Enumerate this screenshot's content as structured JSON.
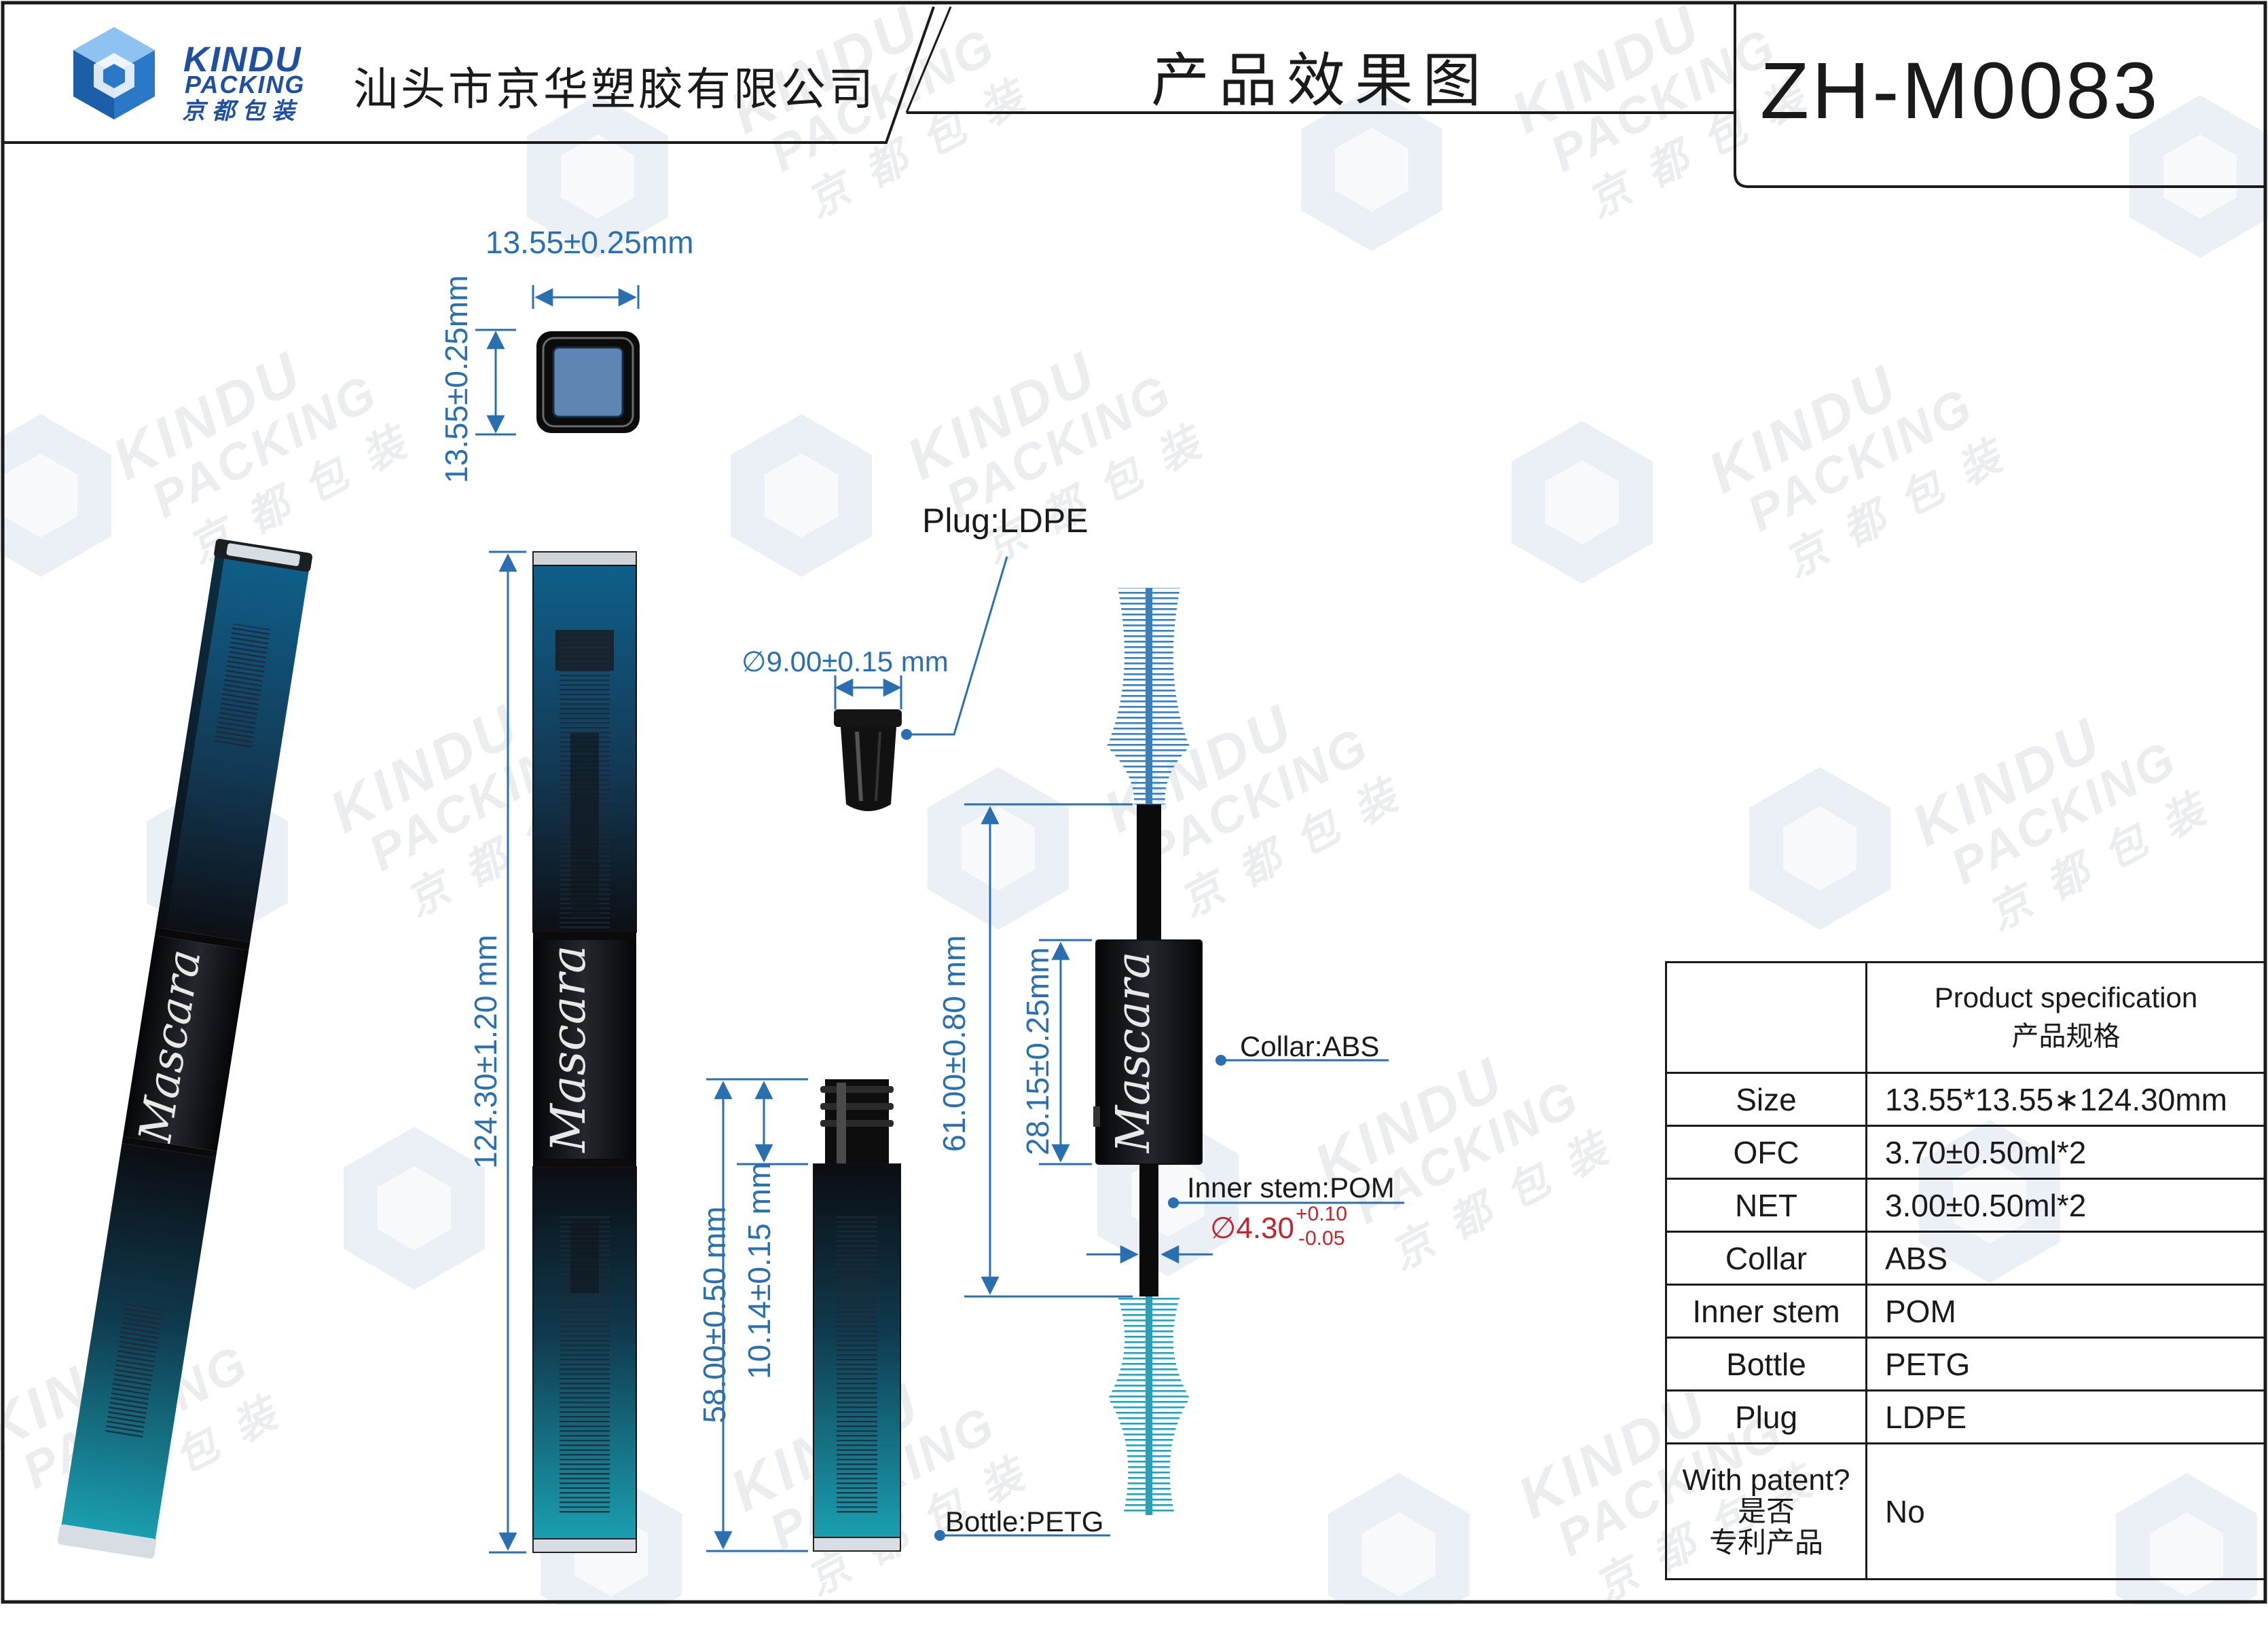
{
  "header": {
    "brand_en_line1": "KINDU",
    "brand_en_line2": "PACKING",
    "brand_cn": "京都包装",
    "company": "汕头市京华塑胶有限公司",
    "title": "产品效果图",
    "code": "ZH-M0083"
  },
  "watermark": {
    "line1": "KINDU",
    "line2": "PACKING",
    "line3": "京都包装"
  },
  "dimensions": {
    "top_width": "13.55±0.25mm",
    "top_height": "13.55±0.25mm",
    "total_height": "124.30±1.20 mm",
    "plug_diameter": "∅9.00±0.15  mm",
    "bottle_height": "58.00±0.50 mm",
    "neck_height": "10.14±0.15 mm",
    "stem_height": "61.00±0.80 mm",
    "collar_height": "28.15±0.25mm",
    "inner_diameter_main": "∅4.30",
    "inner_diameter_plus": "+0.10",
    "inner_diameter_minus": "-0.05"
  },
  "labels": {
    "plug": "Plug:LDPE",
    "collar": "Collar:ABS",
    "inner_stem": "Inner stem:POM",
    "bottle": "Bottle:PETG",
    "product_script": "Mascara"
  },
  "spec_table": {
    "header_en": "Product specification",
    "header_cn": "产品规格",
    "rows": [
      {
        "key": "Size",
        "value": "13.55*13.55∗124.30mm"
      },
      {
        "key": "OFC",
        "value": "3.70±0.50ml*2"
      },
      {
        "key": "NET",
        "value": "3.00±0.50ml*2"
      },
      {
        "key": "Collar",
        "value": "ABS"
      },
      {
        "key": "Inner stem",
        "value": "POM"
      },
      {
        "key": "Bottle",
        "value": "PETG"
      },
      {
        "key": "Plug",
        "value": "LDPE"
      }
    ],
    "patent_key_en": "With patent?",
    "patent_key_cn1": "是否",
    "patent_key_cn2": "专利产品",
    "patent_value": "No"
  },
  "colors": {
    "dimension": "#2a6fb0",
    "brand": "#1f4fa0",
    "tolerance": "#c0262d",
    "frame": "#1a1a1a"
  },
  "icons": [
    "cube-logo-icon",
    "hexagon-watermark-icon"
  ]
}
